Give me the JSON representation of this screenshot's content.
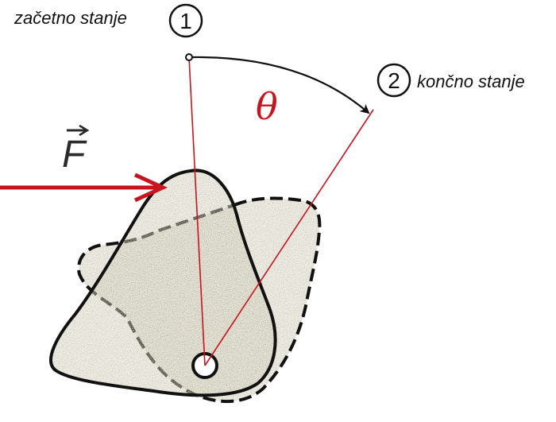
{
  "diagram": {
    "initial_state": {
      "label": "začetno stanje",
      "number": "1"
    },
    "final_state": {
      "label": "končno stanje",
      "number": "2"
    },
    "angle_symbol": "θ",
    "force_symbol": "F",
    "colors": {
      "accent": "#c8141e",
      "outline": "#111111",
      "texture_dark": "#5a5440",
      "texture_light": "#d8d3c0"
    }
  }
}
